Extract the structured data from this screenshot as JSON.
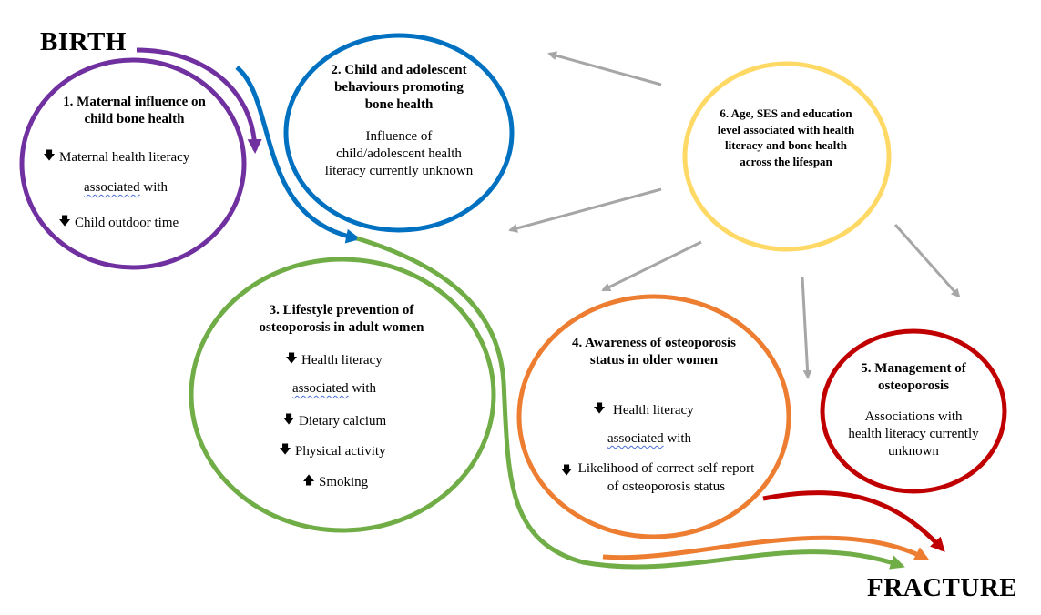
{
  "labels": {
    "start": "BIRTH",
    "end": "FRACTURE"
  },
  "colors": {
    "purple": "#7030A0",
    "blue": "#0070C0",
    "green": "#70AD47",
    "orange": "#ED7D31",
    "red": "#C00000",
    "yellow": "#FFD966",
    "gray": "#A6A6A6"
  },
  "nodes": {
    "n1": {
      "title": "1. Maternal influence on child bone health",
      "row1_arrow": "down",
      "row1": "Maternal health literacy",
      "row2_pre": "associated",
      "row2_post": " with",
      "row3_arrow": "down",
      "row3": "Child outdoor time"
    },
    "n2": {
      "title": "2. Child and adolescent behaviours promoting bone health",
      "body": "Influence of child/adolescent health literacy currently unknown"
    },
    "n3": {
      "title": "3. Lifestyle prevention of osteoporosis in adult women",
      "row1_arrow": "down",
      "row1": "Health literacy",
      "row2_pre": "associated",
      "row2_post": " with",
      "row3_arrow": "down",
      "row3": "Dietary calcium",
      "row4_arrow": "down",
      "row4": "Physical activity",
      "row5_arrow": "up",
      "row5": "Smoking"
    },
    "n4": {
      "title": "4. Awareness of osteoporosis status in older women",
      "row1_arrow": "down",
      "row1": "Health literacy",
      "row2_pre": "associated",
      "row2_post": " with",
      "row3_arrow": "down",
      "row3": "Likelihood of correct self-report of osteoporosis status"
    },
    "n5": {
      "title": "5. Management of osteoporosis",
      "body": "Associations with health literacy currently unknown"
    },
    "n6": {
      "title": "6. Age, SES and education level associated with health literacy and bone health across the lifespan"
    }
  }
}
